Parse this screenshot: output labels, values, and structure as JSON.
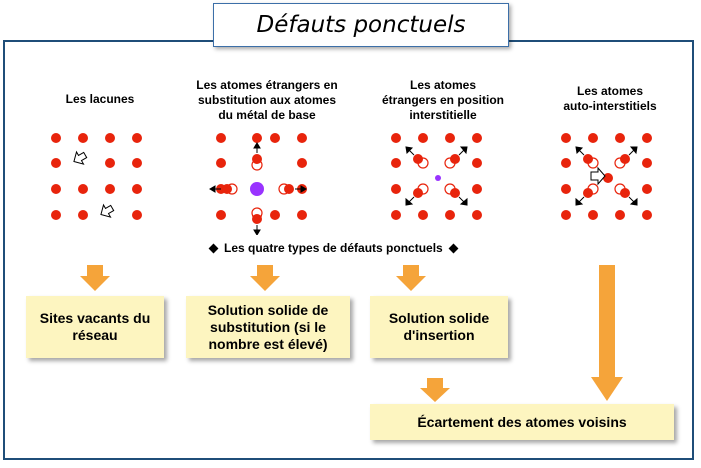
{
  "title": "Défauts ponctuels",
  "categories": [
    {
      "lines": [
        "Les lacunes"
      ]
    },
    {
      "lines": [
        "Les atomes étrangers en",
        "substitution aux atomes",
        "du métal de base"
      ]
    },
    {
      "lines": [
        "Les atomes",
        "étrangers en position",
        "interstitielle"
      ]
    },
    {
      "lines": [
        "Les atomes",
        "auto-interstitiels"
      ]
    }
  ],
  "caption": "Les quatre types de défauts ponctuels",
  "results": [
    {
      "lines": [
        "Sites vacants du",
        "réseau"
      ]
    },
    {
      "lines": [
        "Solution solide de",
        "substitution (si le",
        "nombre est élevé)"
      ]
    },
    {
      "lines": [
        "Solution solide",
        "d'insertion"
      ]
    }
  ],
  "final_result": "Écartement des atomes voisins",
  "colors": {
    "atom": "#e8240c",
    "impurity": "#9933ff",
    "arrow": "#f5a43a",
    "box": "#fdf5c0",
    "frame": "#1f4e79"
  }
}
